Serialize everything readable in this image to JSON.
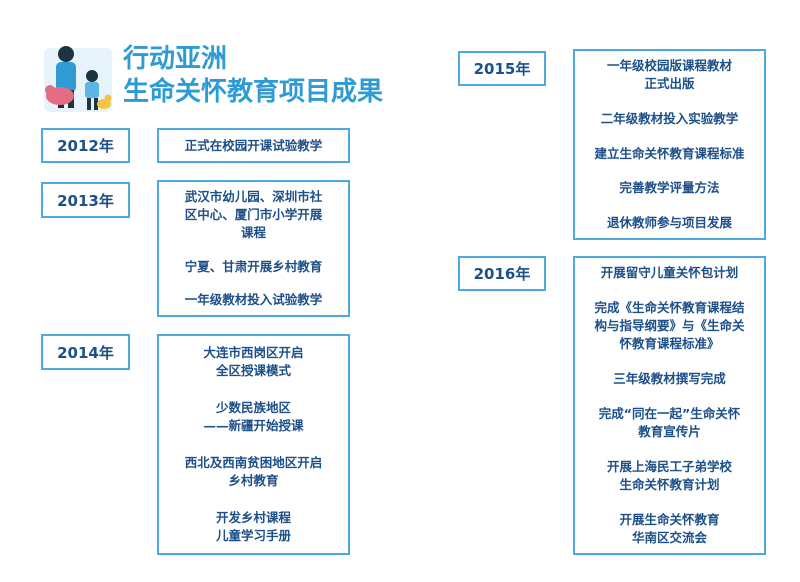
{
  "title": {
    "line1": "行动亚洲",
    "line2": "生命关怀教育项目成果"
  },
  "logo": {
    "icon": "children-family-illustration"
  },
  "colors": {
    "accent": "#4ea9de",
    "title": "#2f9bd4",
    "text": "#1d4f88"
  },
  "timeline": [
    {
      "year": "2012年",
      "items": [
        "正式在校园开课试验教学"
      ]
    },
    {
      "year": "2013年",
      "items": [
        "武汉市幼儿园、深圳市社\n区中心、厦门市小学开展\n课程",
        "宁夏、甘肃开展乡村教育",
        "一年级教材投入试验教学"
      ]
    },
    {
      "year": "2014年",
      "items": [
        "大连市西岗区开启\n全区授课模式",
        "少数民族地区\n——新疆开始授课",
        "西北及西南贫困地区开启\n乡村教育",
        "开发乡村课程\n儿童学习手册"
      ]
    },
    {
      "year": "2015年",
      "items": [
        "一年级校园版课程教材\n正式出版",
        "二年级教材投入实验教学",
        "建立生命关怀教育课程标准",
        "完善教学评量方法",
        "退休教师参与项目发展"
      ]
    },
    {
      "year": "2016年",
      "items": [
        "开展留守儿童关怀包计划",
        "完成《生命关怀教育课程结\n构与指导纲要》与《生命关\n怀教育课程标准》",
        "三年级教材撰写完成",
        "完成“同在一起”生命关怀\n教育宣传片",
        "开展上海民工子弟学校\n生命关怀教育计划",
        "开展生命关怀教育\n华南区交流会"
      ]
    }
  ]
}
